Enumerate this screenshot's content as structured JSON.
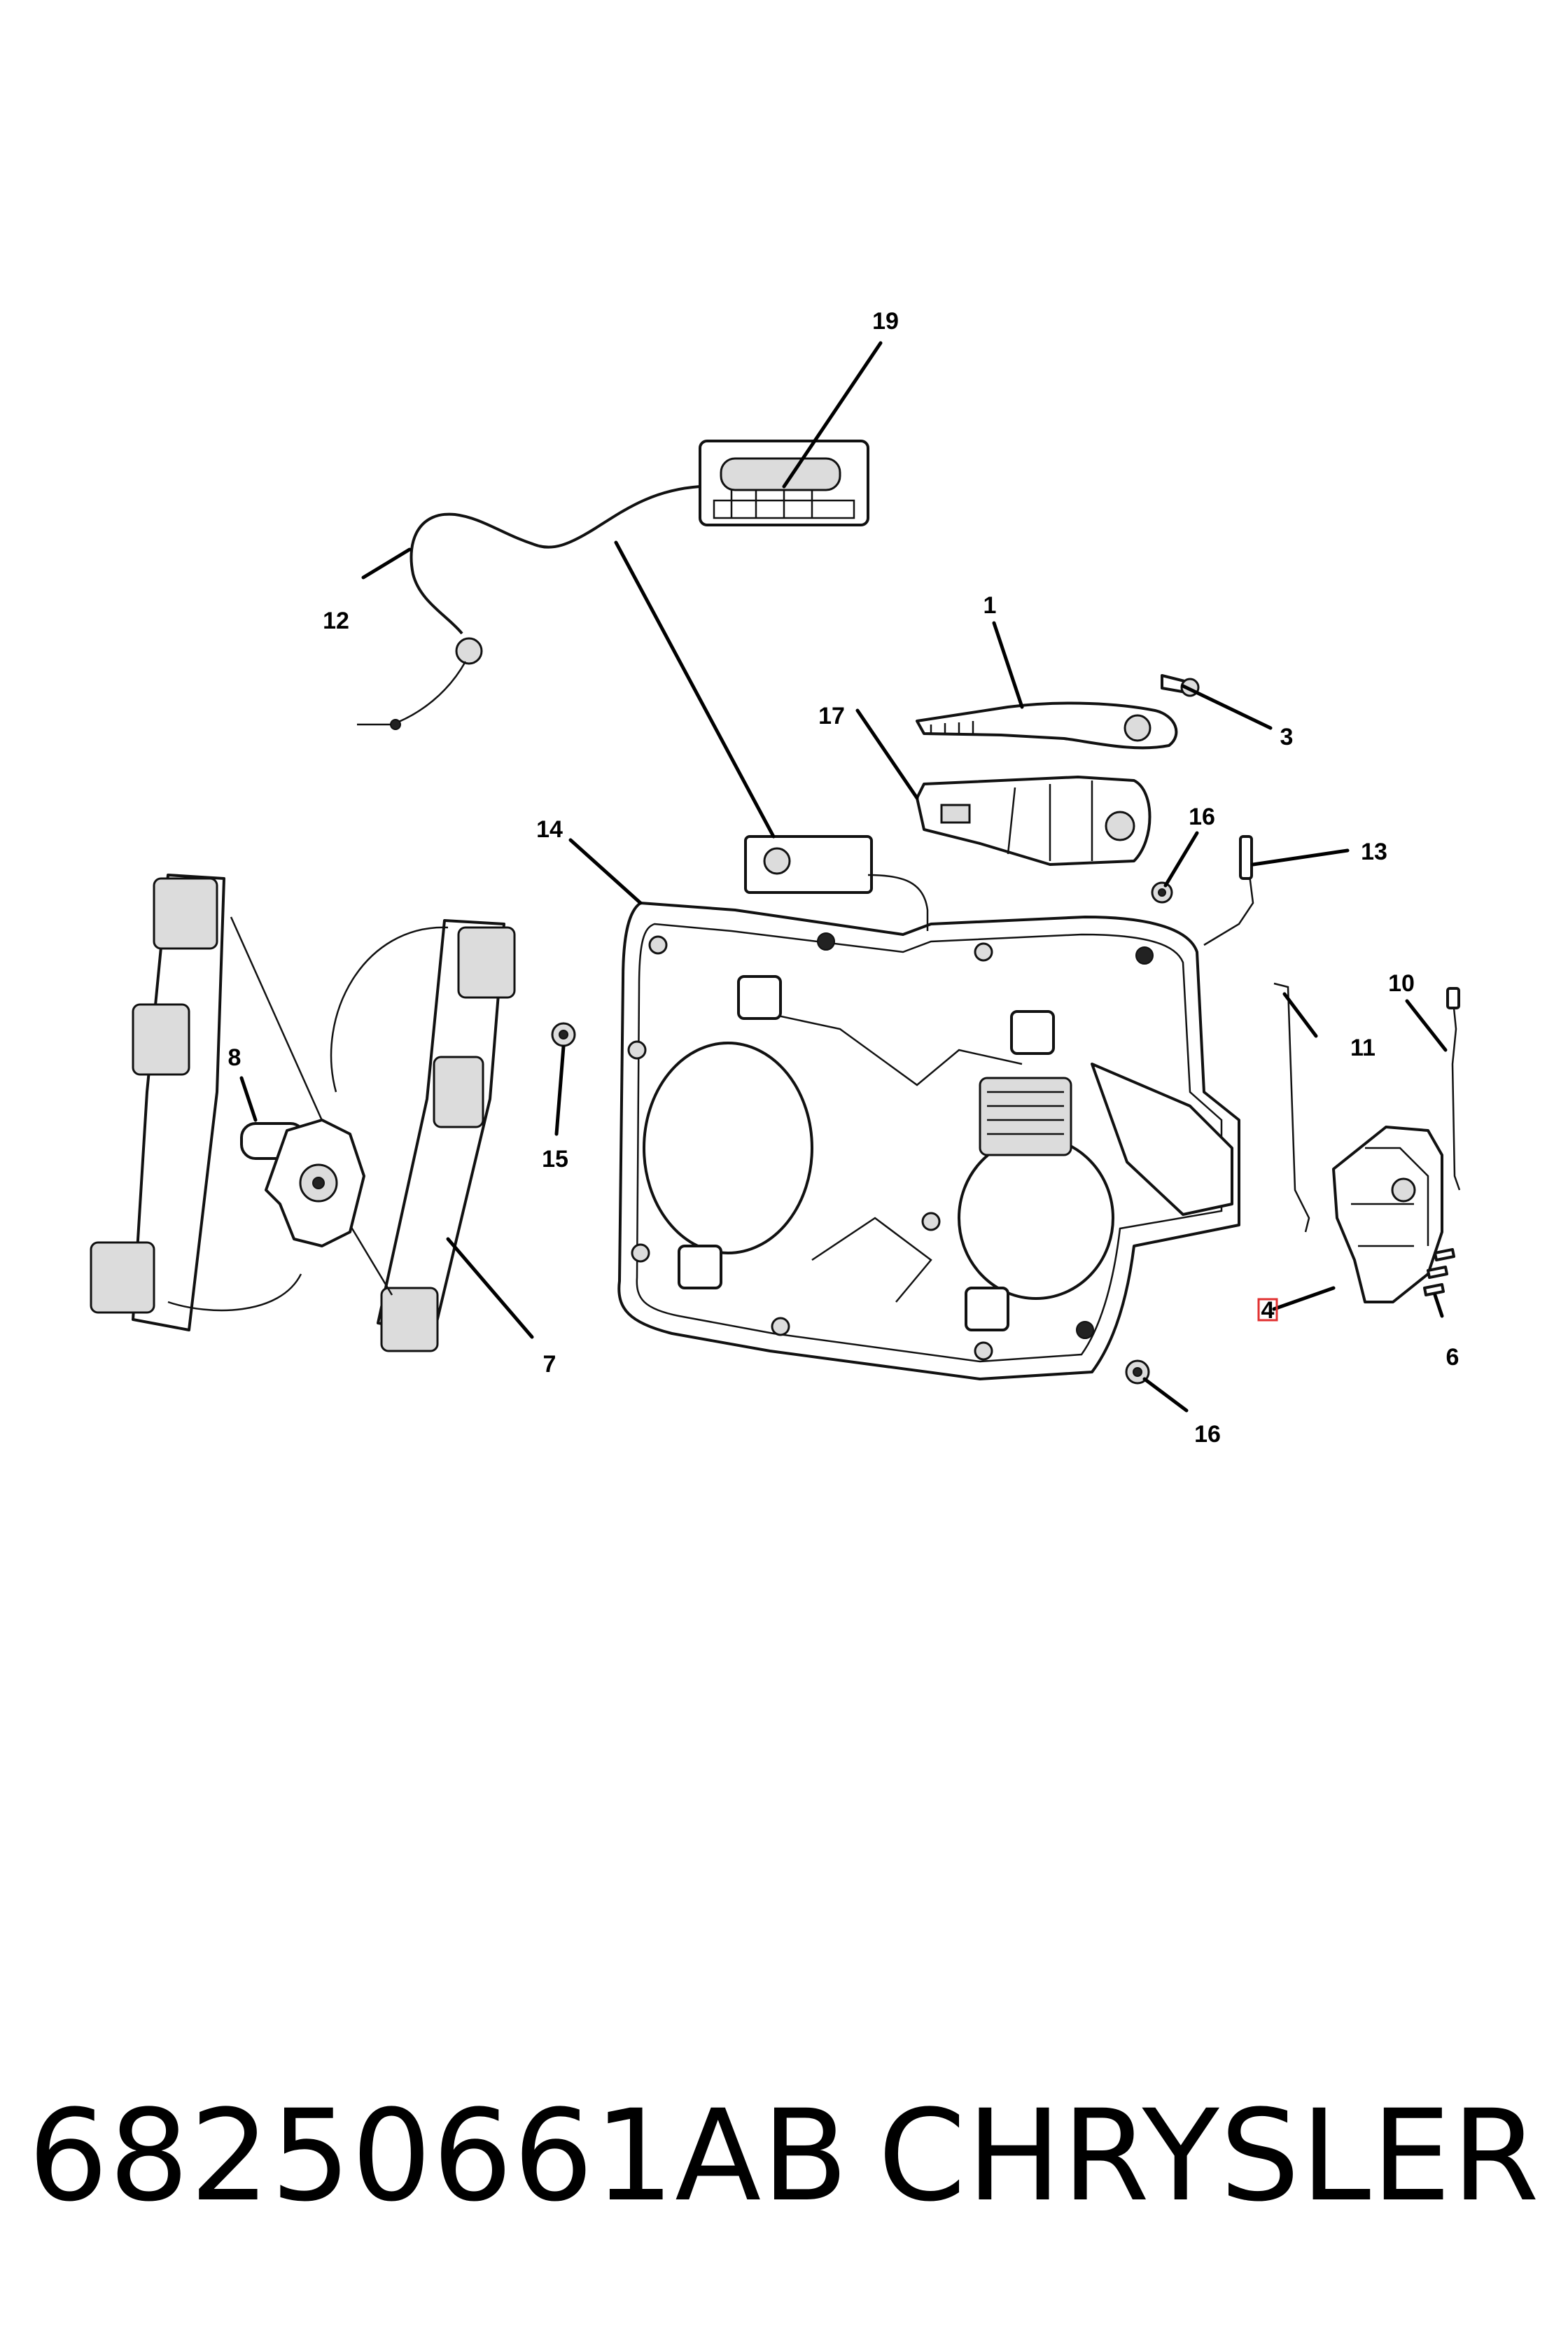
{
  "callouts": [
    {
      "id": "1",
      "label": "1"
    },
    {
      "id": "3",
      "label": "3"
    },
    {
      "id": "4",
      "label": "4",
      "color": "#e03030"
    },
    {
      "id": "6",
      "label": "6"
    },
    {
      "id": "7",
      "label": "7"
    },
    {
      "id": "8",
      "label": "8"
    },
    {
      "id": "10",
      "label": "10"
    },
    {
      "id": "11",
      "label": "11"
    },
    {
      "id": "12",
      "label": "12"
    },
    {
      "id": "13",
      "label": "13"
    },
    {
      "id": "14",
      "label": "14"
    },
    {
      "id": "15",
      "label": "15"
    },
    {
      "id": "16a",
      "label": "16"
    },
    {
      "id": "16b",
      "label": "16"
    },
    {
      "id": "17",
      "label": "17"
    },
    {
      "id": "19",
      "label": "19"
    }
  ],
  "caption": {
    "part_number": "68250661AB",
    "brand": "CHRYSLER"
  }
}
